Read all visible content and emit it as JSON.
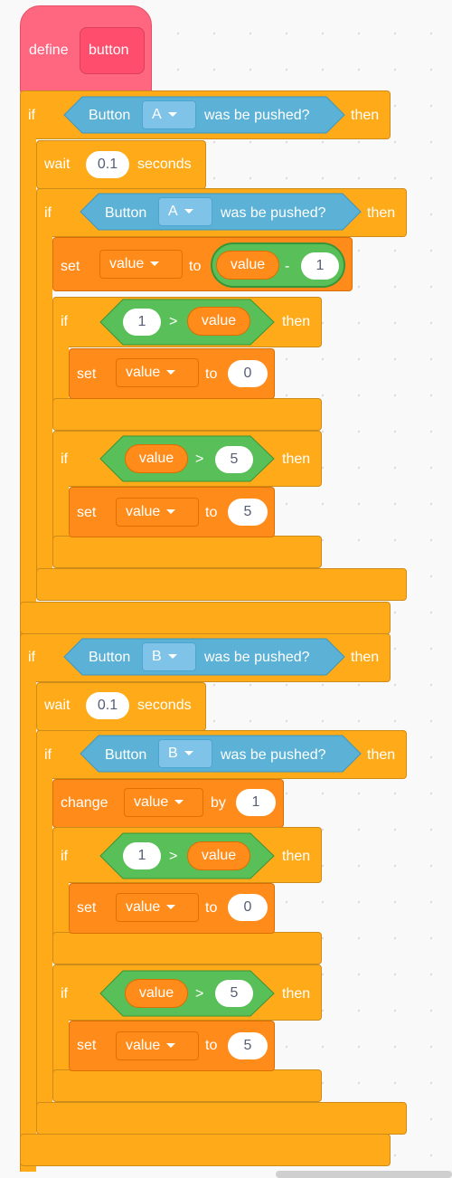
{
  "define": {
    "keyword": "define",
    "name": "button"
  },
  "kw": {
    "if": "if",
    "then": "then",
    "wait": "wait",
    "seconds": "seconds",
    "set": "set",
    "to": "to",
    "change": "change",
    "by": "by",
    "button": "Button",
    "was_pushed": "was be pushed?"
  },
  "blockA": {
    "button": "A",
    "wait": "0.1",
    "set_var": "value",
    "minus_var": "value",
    "minus_op": "-",
    "minus_num": "1",
    "cond1_left": "1",
    "cond1_op": ">",
    "cond1_right": "value",
    "set1_var": "value",
    "set1_val": "0",
    "cond2_left": "value",
    "cond2_op": ">",
    "cond2_right": "5",
    "set2_var": "value",
    "set2_val": "5"
  },
  "blockB": {
    "button": "B",
    "wait": "0.1",
    "change_var": "value",
    "change_val": "1",
    "cond1_left": "1",
    "cond1_op": ">",
    "cond1_right": "value",
    "set1_var": "value",
    "set1_val": "0",
    "cond2_left": "value",
    "cond2_op": ">",
    "cond2_right": "5",
    "set2_var": "value",
    "set2_val": "5"
  },
  "colors": {
    "control": "#ffab19",
    "variables": "#ff8c1a",
    "operators": "#59c059",
    "sensing": "#5cb1d6",
    "my_blocks": "#ff6680"
  }
}
